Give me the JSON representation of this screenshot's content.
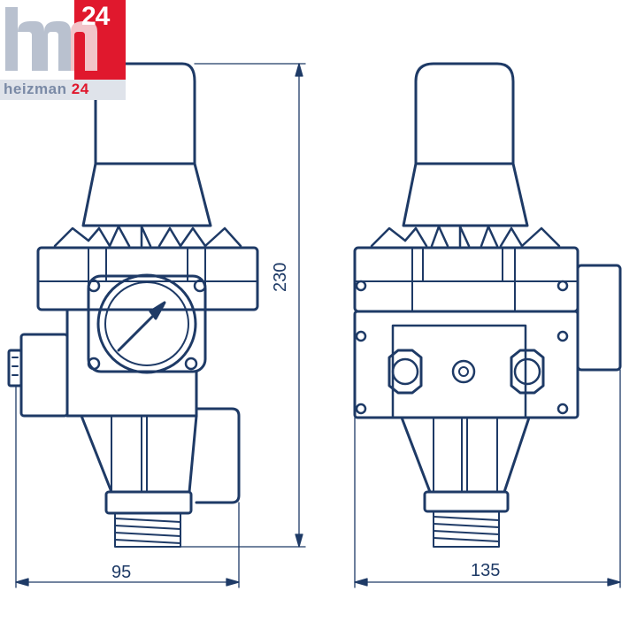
{
  "logo": {
    "mark": "hm",
    "number": "24",
    "name_main": "heizman ",
    "name_accent": "24"
  },
  "dimensions": {
    "height": "230",
    "width_side": "95",
    "width_front": "135"
  },
  "colors": {
    "line": "#1e3a66",
    "brand_red": "#e0182d",
    "brand_grey": "#7a8aa6"
  },
  "icons": {
    "gauge": "pressure-gauge-icon",
    "connector": "cable-connector-icon"
  }
}
